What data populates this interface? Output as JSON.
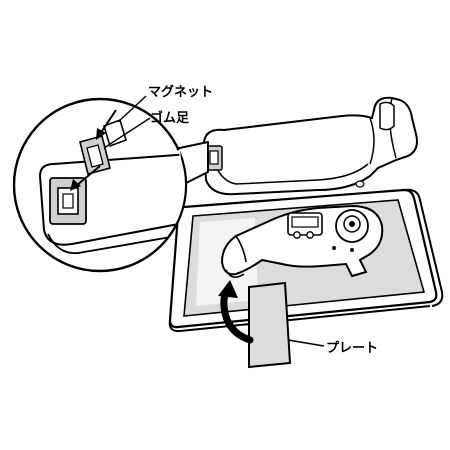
{
  "labels": {
    "magnet": "マグネット",
    "rubber_foot": "ゴム足",
    "plate": "プレート"
  },
  "colors": {
    "ink": "#000000",
    "paper": "#ffffff",
    "plate_fill": "#d9d9d9",
    "plate_gray": "#e6e6e6",
    "tray_fill": "#f2f2f2"
  },
  "icons": {
    "insert_arrow": "curved-arrow-icon",
    "callout_arrow": "down-left-arrow-icon"
  }
}
